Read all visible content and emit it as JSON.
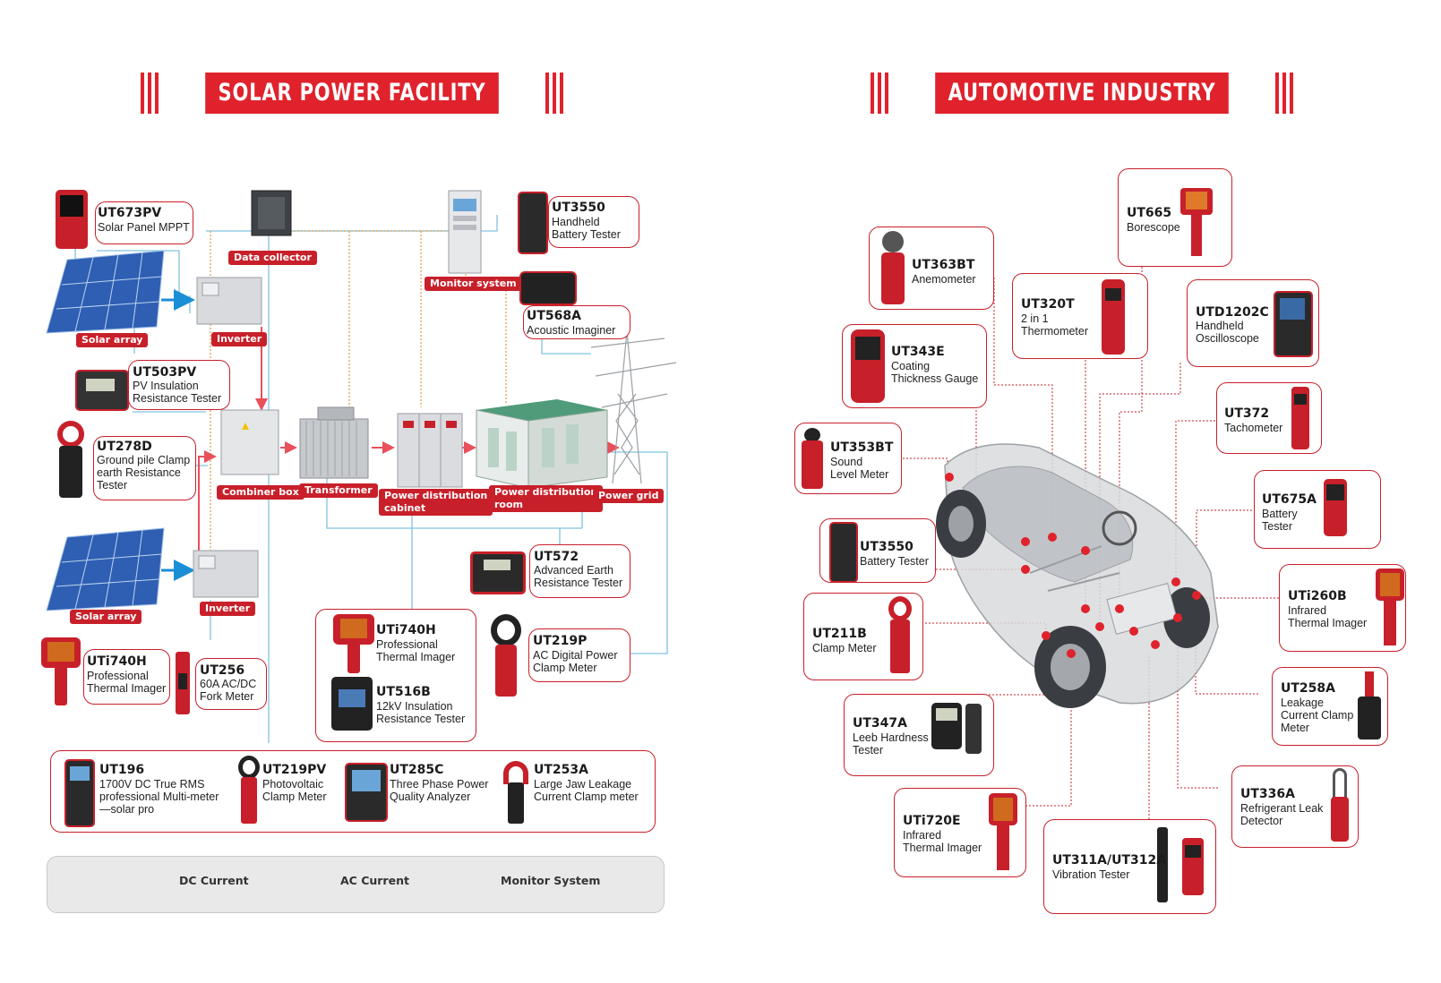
{
  "solar": {
    "title": "SOLAR POWER FACILITY SOLUTIONS",
    "nodes": {
      "data_collector": "Data collector",
      "monitor_system": "Monitor system",
      "solar_array_1": "Solar array",
      "solar_array_2": "Solar array",
      "inverter_1": "Inverter",
      "inverter_2": "Inverter",
      "combiner_box": "Combiner box",
      "transformer": "Transformer",
      "pd_cabinet_1": "Power distribution",
      "pd_cabinet_2": "cabinet",
      "pd_room_1": "Power distribution",
      "pd_room_2": "room",
      "power_grid": "Power grid"
    },
    "products": {
      "ut673pv": {
        "model": "UT673PV",
        "desc": [
          "Solar Panel MPPT"
        ]
      },
      "ut3550": {
        "model": "UT3550",
        "desc": [
          "Handheld",
          "Battery Tester"
        ]
      },
      "ut568a": {
        "model": "UT568A",
        "desc": [
          "Acoustic Imaginer"
        ]
      },
      "ut503pv": {
        "model": "UT503PV",
        "desc": [
          "PV Insulation",
          "Resistance Tester"
        ]
      },
      "ut278d": {
        "model": "UT278D",
        "desc": [
          "Ground pile Clamp",
          "earth Resistance",
          "Tester"
        ]
      },
      "ut572": {
        "model": "UT572",
        "desc": [
          "Advanced Earth",
          "Resistance Tester"
        ]
      },
      "uti740h_a": {
        "model": "UTi740H",
        "desc": [
          "Professional",
          "Thermal Imager"
        ]
      },
      "ut516b": {
        "model": "UT516B",
        "desc": [
          "12kV Insulation",
          "Resistance Tester"
        ]
      },
      "ut219p": {
        "model": "UT219P",
        "desc": [
          "AC Digital Power",
          "Clamp Meter"
        ]
      },
      "uti740h_b": {
        "model": "UTi740H",
        "desc": [
          "Professional",
          "Thermal Imager"
        ]
      },
      "ut256": {
        "model": "UT256",
        "desc": [
          "60A AC/DC",
          "Fork Meter"
        ]
      },
      "ut196": {
        "model": "UT196",
        "desc": [
          "1700V DC True RMS",
          "professional Multi-meter",
          "—solar pro"
        ]
      },
      "ut219pv": {
        "model": "UT219PV",
        "desc": [
          "Photovoltaic",
          "Clamp Meter"
        ]
      },
      "ut285c": {
        "model": "UT285C",
        "desc": [
          "Three Phase Power",
          "Quality Analyzer"
        ]
      },
      "ut253a": {
        "model": "UT253A",
        "desc": [
          "Large Jaw Leakage",
          "Current Clamp meter"
        ]
      }
    },
    "legend": {
      "dc": "DC Current",
      "ac": "AC Current",
      "monitor": "Monitor System"
    }
  },
  "auto": {
    "title": "AUTOMOTIVE INDUSTRY SOLUTIONS",
    "products": {
      "ut665": {
        "model": "UT665",
        "desc": [
          "Borescope"
        ]
      },
      "ut363bt": {
        "model": "UT363BT",
        "desc": [
          "Anemometer"
        ]
      },
      "ut320t": {
        "model": "UT320T",
        "desc": [
          "2 in 1",
          "Thermometer"
        ]
      },
      "utd1202c": {
        "model": "UTD1202C",
        "desc": [
          "Handheld",
          "Oscilloscope"
        ]
      },
      "ut343e": {
        "model": "UT343E",
        "desc": [
          "Coating",
          "Thickness Gauge"
        ]
      },
      "ut372": {
        "model": "UT372",
        "desc": [
          "Tachometer"
        ]
      },
      "ut353bt": {
        "model": "UT353BT",
        "desc": [
          "Sound",
          "Level Meter"
        ]
      },
      "ut675a": {
        "model": "UT675A",
        "desc": [
          "Battery",
          "Tester"
        ]
      },
      "ut3550": {
        "model": "UT3550",
        "desc": [
          "Battery Tester"
        ]
      },
      "uti260b": {
        "model": "UTi260B",
        "desc": [
          "Infrared",
          "Thermal Imager"
        ]
      },
      "ut211b": {
        "model": "UT211B",
        "desc": [
          "Clamp Meter"
        ]
      },
      "ut258a": {
        "model": "UT258A",
        "desc": [
          "Leakage",
          "Current Clamp",
          "Meter"
        ]
      },
      "ut347a": {
        "model": "UT347A",
        "desc": [
          "Leeb Hardness",
          "Tester"
        ]
      },
      "ut336a": {
        "model": "UT336A",
        "desc": [
          "Refrigerant Leak",
          "Detector"
        ]
      },
      "uti720e": {
        "model": "UTi720E",
        "desc": [
          "Infrared",
          "Thermal Imager"
        ]
      },
      "ut311a": {
        "model": "UT311A/UT312A",
        "desc": [
          "Vibration Tester"
        ]
      }
    }
  },
  "colors": {
    "brand_red": "#e0222c",
    "dc_blue": "#1a8fd6",
    "ac_red": "#e8505b",
    "monitor_orange": "#e0a050",
    "wire_blue": "#7fc4e0"
  }
}
